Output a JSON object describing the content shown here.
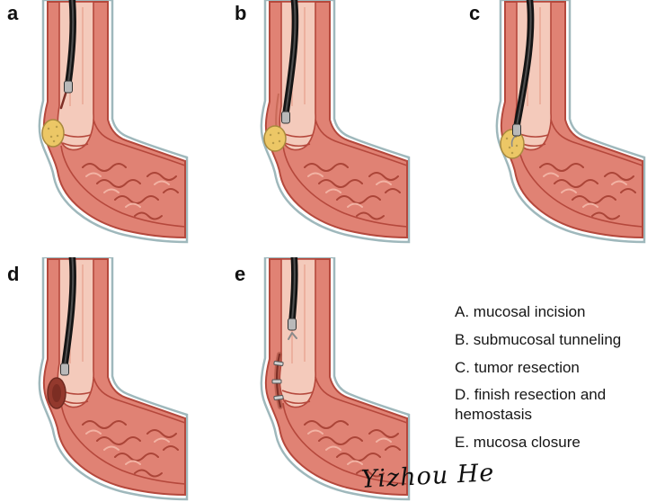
{
  "figure": {
    "type": "medical-procedure-diagram",
    "subject": "submucosal tunneling endoscopic resection steps"
  },
  "panels": [
    {
      "id": "a",
      "label": "a"
    },
    {
      "id": "b",
      "label": "b"
    },
    {
      "id": "c",
      "label": "c"
    },
    {
      "id": "d",
      "label": "d"
    },
    {
      "id": "e",
      "label": "e"
    }
  ],
  "legend": {
    "items": [
      "A. mucosal incision",
      "B. submucosal tunneling",
      "C. tumor resection",
      "D. finish resection and hemostasis",
      "E. mucosa closure"
    ]
  },
  "signature": "Yizhou He",
  "colors": {
    "wall_salmon": "#e08274",
    "wall_outline": "#b5483c",
    "lumen_pink": "#f4cabb",
    "outer_line": "#9fb8bc",
    "tumor_yellow": "#ecc766",
    "scope_black": "#141414",
    "cavity_dark": "#93392d"
  }
}
